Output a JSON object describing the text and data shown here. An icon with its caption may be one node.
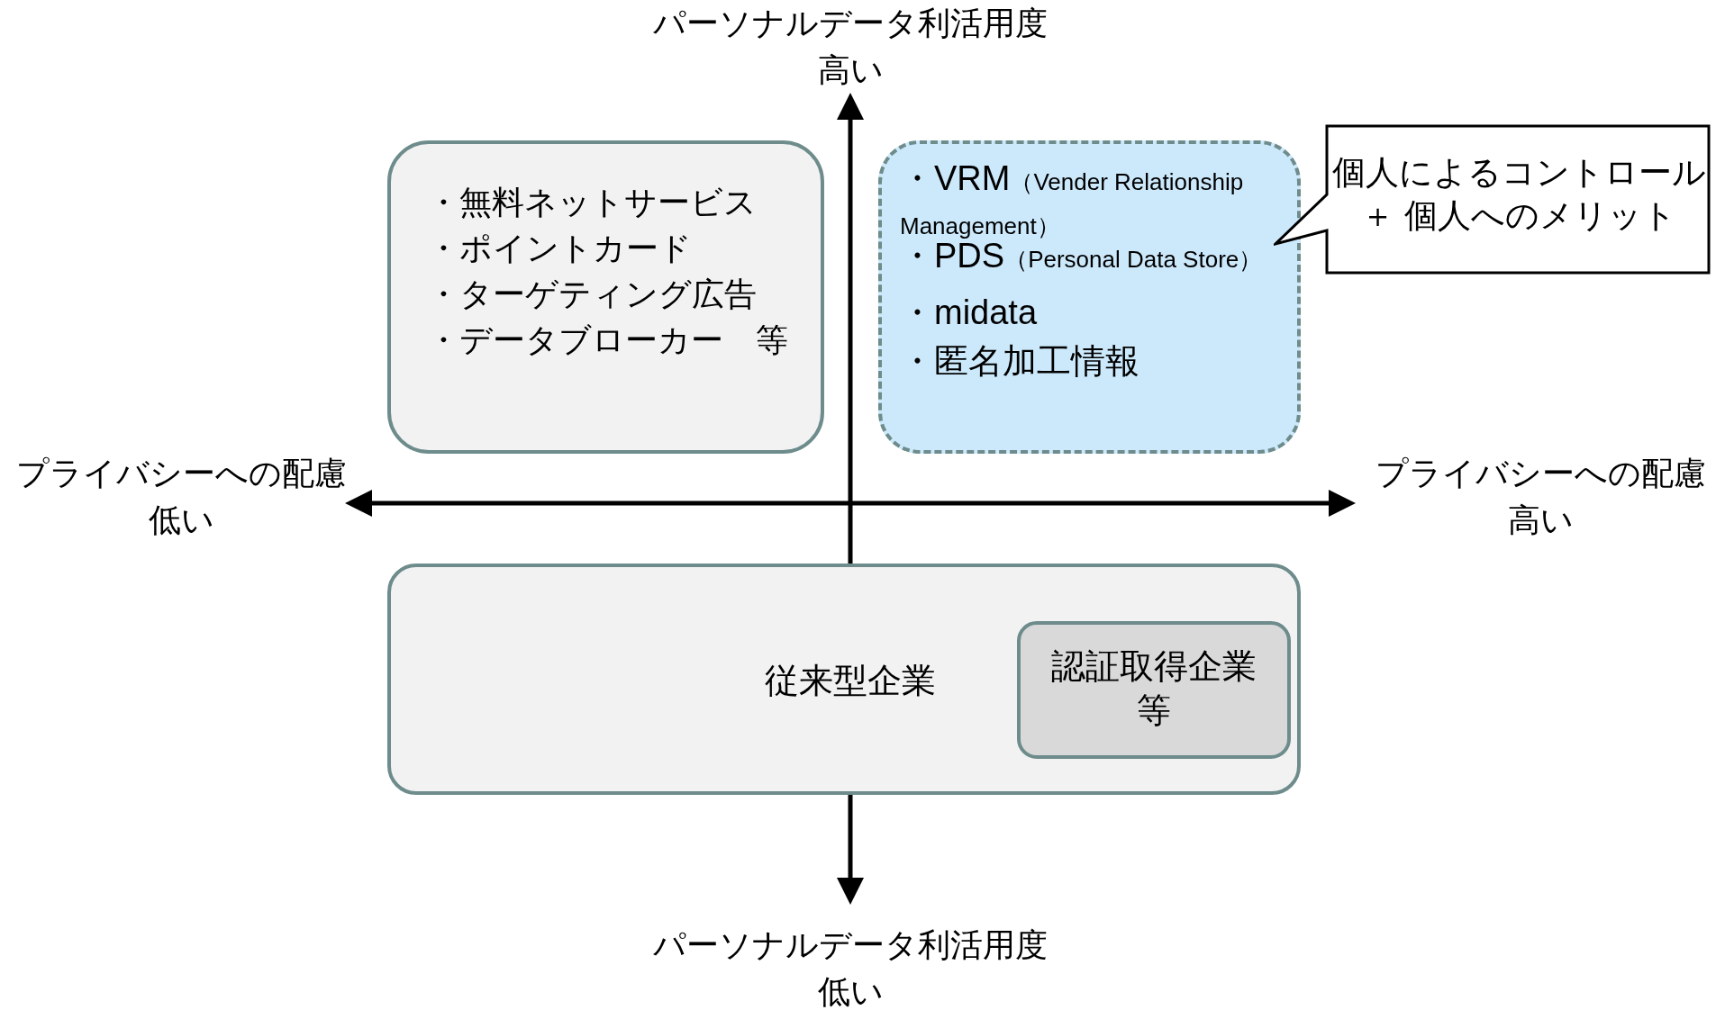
{
  "diagram": {
    "nodes": [
      {
        "text": [
          "・無料ネットサービス",
          "・ポイントカード",
          "・ターゲティング広告",
          "・データブローカー　等"
        ]
      },
      {
        "text": [
          "・VRM（Vender Relationship Management）",
          "・PDS（Personal Data Store）",
          "・midata",
          "・匿名加工情報"
        ]
      },
      {
        "text": [
          "個人によるコントロール＋ 個人へのメリット"
        ]
      },
      {
        "text": [
          "従来型企業"
        ]
      },
      {
        "text": [
          "認証取得企業等"
        ],
        "in": 3
      }
    ],
    "labels": [
      "パーソナルデータ利活用度",
      "高い",
      "プライバシーへの配慮",
      "低い",
      "プライバシーへの配慮",
      "高い",
      "パーソナルデータ利活用度",
      "低い"
    ]
  }
}
